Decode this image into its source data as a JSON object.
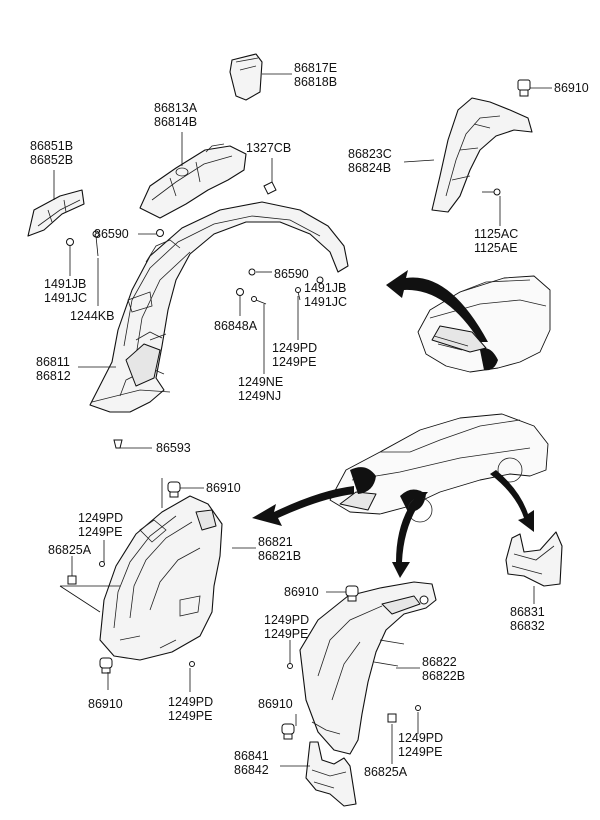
{
  "labels": {
    "p86817": [
      "86817E",
      "86818B"
    ],
    "p86910_top": [
      "86910"
    ],
    "p86813": [
      "86813A",
      "86814B"
    ],
    "p1327": [
      "1327CB"
    ],
    "p86851": [
      "86851B",
      "86852B"
    ],
    "p86823": [
      "86823C",
      "86824B"
    ],
    "p86590_a": [
      "86590"
    ],
    "p86590_b": [
      "86590"
    ],
    "p1125": [
      "1125AC",
      "1125AE"
    ],
    "p1491_a": [
      "1491JB",
      "1491JC"
    ],
    "p1491_b": [
      "1491JB",
      "1491JC"
    ],
    "p1244": [
      "1244KB"
    ],
    "p86848": [
      "86848A"
    ],
    "p1249pd_a": [
      "1249PD",
      "1249PE"
    ],
    "p86811": [
      "86811",
      "86812"
    ],
    "p1249ne": [
      "1249NE",
      "1249NJ"
    ],
    "p86593": [
      "86593"
    ],
    "p86910_mid": [
      "86910"
    ],
    "p1249pd_b": [
      "1249PD",
      "1249PE"
    ],
    "p86821": [
      "86821",
      "86821B"
    ],
    "p86825_a": [
      "86825A"
    ],
    "p86910_r": [
      "86910"
    ],
    "p1249pd_c": [
      "1249PD",
      "1249PE"
    ],
    "p86822": [
      "86822",
      "86822B"
    ],
    "p86910_l": [
      "86910"
    ],
    "p1249pd_d": [
      "1249PD",
      "1249PE"
    ],
    "p86831": [
      "86831",
      "86832"
    ],
    "p86910_r2": [
      "86910"
    ],
    "p1249pd_e": [
      "1249PD",
      "1249PE"
    ],
    "p86841": [
      "86841",
      "86842"
    ],
    "p86825_b": [
      "86825A"
    ]
  }
}
